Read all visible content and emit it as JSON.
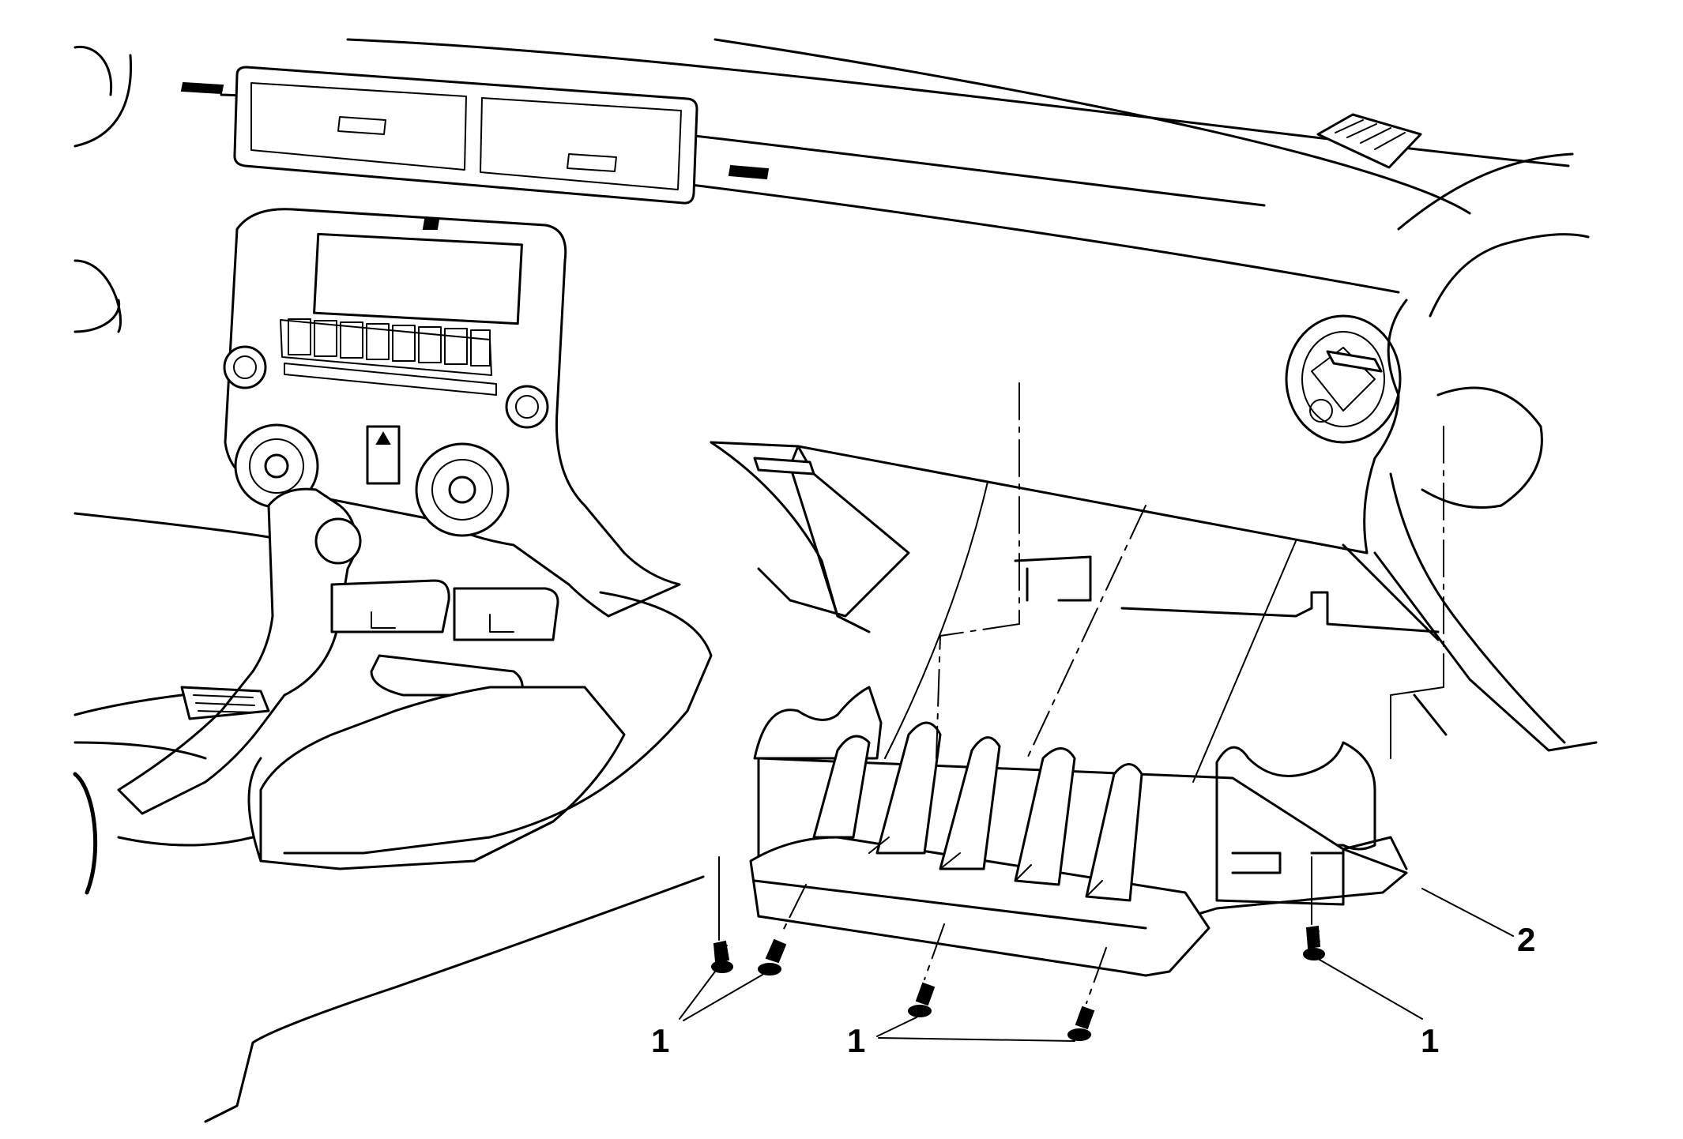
{
  "callouts": {
    "c1a": "1",
    "c1b": "1",
    "c1c": "1",
    "c2": "2"
  }
}
